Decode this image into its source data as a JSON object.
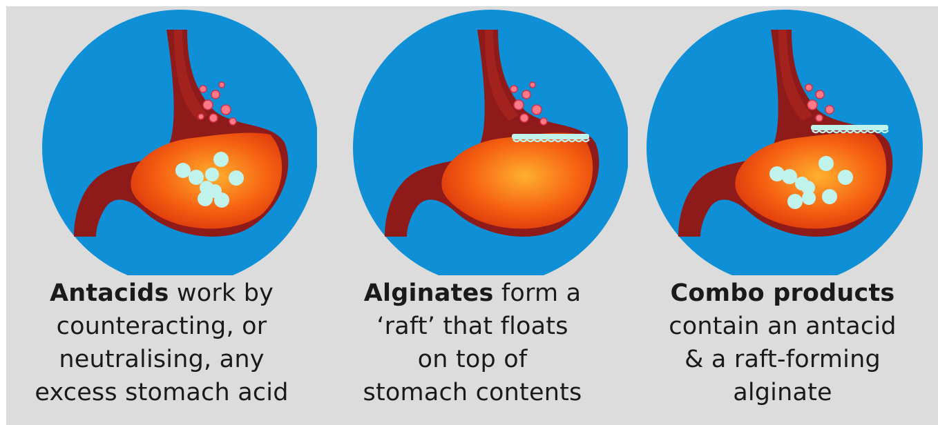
{
  "items": [
    {
      "bold": "Antacids",
      "lines": [
        "work by",
        "counteracting, or",
        "neutralising, any",
        "excess stomach acid"
      ],
      "raft": "none",
      "particles": true
    },
    {
      "bold": "Alginates",
      "lines": [
        "form a",
        "‘raft’ that floats",
        "on top of",
        "stomach contents"
      ],
      "raft": "raft",
      "particles": false
    },
    {
      "bold": "Combo products",
      "lines": [
        "",
        "contain an antacid",
        "& a raft-forming",
        "alginate"
      ],
      "raft": "raft",
      "particles": true
    }
  ],
  "colors": {
    "background": "#dcdcdc",
    "circle": "#0f8fd6",
    "stomach_wall": "#8e1a1a",
    "stomach_fill": "#f35a12",
    "particles": "#bff3ec"
  }
}
